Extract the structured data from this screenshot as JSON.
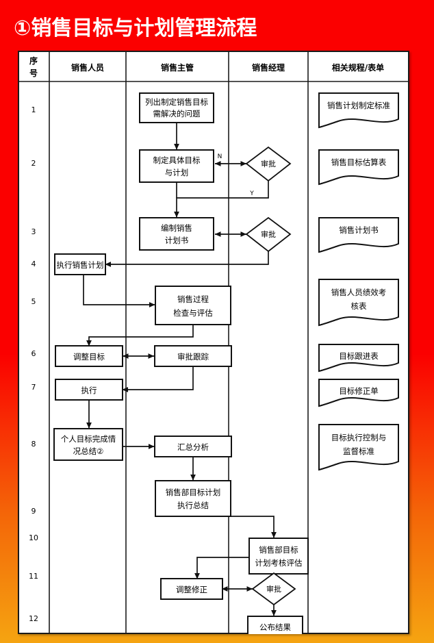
{
  "page": {
    "title": "①销售目标与计划管理流程",
    "background_top_color": "#fb0000",
    "background_bottom_color": "#f5a411",
    "sheet_color": "#ffffff",
    "line_color": "#000000"
  },
  "table": {
    "headers": [
      {
        "id": "seq",
        "label": "序\n号",
        "line1": "序",
        "line2": "号"
      },
      {
        "id": "sales-staff",
        "label": "销售人员"
      },
      {
        "id": "sales-supervisor",
        "label": "销售主管"
      },
      {
        "id": "sales-manager",
        "label": "销售经理"
      },
      {
        "id": "related-docs",
        "label": "相关规程/表单"
      }
    ],
    "row_numbers": [
      "1",
      "2",
      "3",
      "4",
      "5",
      "6",
      "7",
      "8",
      "9",
      "10",
      "11",
      "12"
    ]
  },
  "nodes": {
    "n1": {
      "text_line1": "列出制定销售目标",
      "text_line2": "需解决的问题",
      "shape": "process",
      "column": "sales-supervisor",
      "row": "1"
    },
    "n2": {
      "text_line1": "制定具体目标",
      "text_line2": "与计划",
      "shape": "process",
      "column": "sales-supervisor",
      "row": "2"
    },
    "n3": {
      "text_line1": "编制销售",
      "text_line2": "计划书",
      "shape": "process",
      "column": "sales-supervisor",
      "row": "3"
    },
    "n4": {
      "text_line1": "执行销售计划",
      "shape": "process",
      "column": "sales-staff",
      "row": "4"
    },
    "n5": {
      "text_line1": "销售过程",
      "text_line2": "检查与评估",
      "shape": "process",
      "column": "sales-supervisor",
      "row": "5"
    },
    "n6": {
      "text_line1": "调整目标",
      "shape": "process",
      "column": "sales-staff",
      "row": "6"
    },
    "n7": {
      "text_line1": "审批跟踪",
      "shape": "process",
      "column": "sales-supervisor",
      "row": "6"
    },
    "n8": {
      "text_line1": "执行",
      "shape": "process",
      "column": "sales-staff",
      "row": "7"
    },
    "n9": {
      "text_line1": "个人目标完成情",
      "text_line2": "况总结②",
      "shape": "process",
      "column": "sales-staff",
      "row": "8"
    },
    "n10": {
      "text_line1": "汇总分析",
      "shape": "process",
      "column": "sales-supervisor",
      "row": "8"
    },
    "n11": {
      "text_line1": "销售部目标计划",
      "text_line2": "执行总结",
      "shape": "process",
      "column": "sales-supervisor",
      "row": "9"
    },
    "n12": {
      "text_line1": "销售部目标",
      "text_line2": "计划考核评估",
      "shape": "process",
      "column": "sales-manager",
      "row": "10"
    },
    "n13": {
      "text_line1": "调整修正",
      "shape": "process",
      "column": "sales-supervisor",
      "row": "11"
    },
    "n14": {
      "text_line1": "公布结果",
      "shape": "process",
      "column": "sales-manager",
      "row": "12"
    },
    "d1": {
      "text_line1": "审批",
      "shape": "decision",
      "column": "sales-manager",
      "row": "2"
    },
    "d2": {
      "text_line1": "审批",
      "shape": "decision",
      "column": "sales-manager",
      "row": "3"
    },
    "d3": {
      "text_line1": "审批",
      "shape": "decision",
      "column": "sales-manager",
      "row": "11"
    },
    "doc1": {
      "text_line1": "销售计划制定标准",
      "shape": "document",
      "column": "related-docs",
      "row": "1"
    },
    "doc2": {
      "text_line1": "销售目标估算表",
      "shape": "document",
      "column": "related-docs",
      "row": "2"
    },
    "doc3": {
      "text_line1": "销售计划书",
      "shape": "document",
      "column": "related-docs",
      "row": "3"
    },
    "doc4": {
      "text_line1": "销售人员绩效考",
      "text_line2": "核表",
      "shape": "document",
      "column": "related-docs",
      "row": "5"
    },
    "doc5": {
      "text_line1": "目标跟进表",
      "shape": "document",
      "column": "related-docs",
      "row": "6"
    },
    "doc6": {
      "text_line1": "目标修正单",
      "shape": "document",
      "column": "related-docs",
      "row": "7"
    },
    "doc7": {
      "text_line1": "目标执行控制与",
      "text_line2": "监督标准",
      "shape": "document",
      "column": "related-docs",
      "row": "8"
    }
  },
  "edge_labels": {
    "d1_no": "N",
    "d1_yes": "Y"
  }
}
